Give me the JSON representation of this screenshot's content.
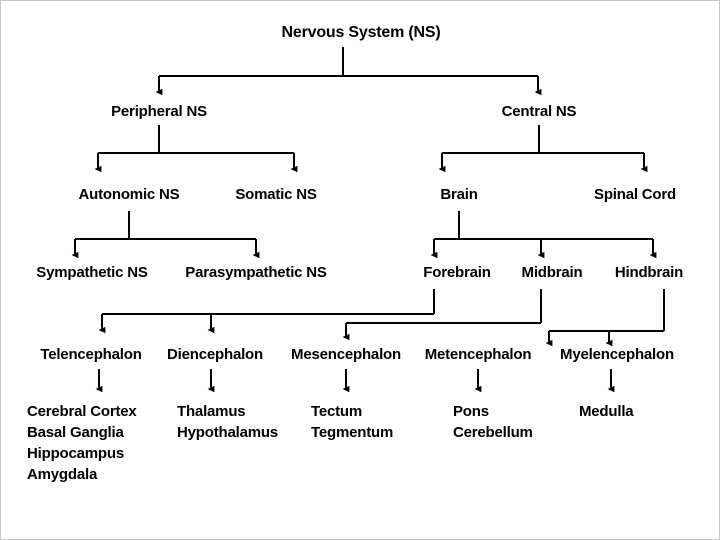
{
  "diagram": {
    "title": "Nervous System (NS)",
    "type": "hierarchy-tree",
    "line_color": "#000000",
    "text_color": "#000000",
    "background_color": "#ffffff",
    "border_color": "#c8c8c8",
    "levels": {
      "root": "Nervous System (NS)",
      "level1": [
        "Peripheral NS",
        "Central NS"
      ],
      "level2": [
        "Autonomic NS",
        "Somatic NS",
        "Brain",
        "Spinal Cord"
      ],
      "level3": [
        "Sympathetic NS",
        "Parasympathetic NS",
        "Forebrain",
        "Midbrain",
        "Hindbrain"
      ],
      "level4": [
        "Telencephalon",
        "Diencephalon",
        "Mesencephalon",
        "Metencephalon",
        "Myelencephalon"
      ],
      "level5": [
        [
          "Cerebral Cortex",
          "Basal Ganglia",
          "Hippocampus",
          "Amygdala"
        ],
        [
          "Thalamus",
          "Hypothalamus"
        ],
        [
          "Tectum",
          "Tegmentum"
        ],
        [
          "Pons",
          "Cerebellum"
        ],
        [
          "Medulla"
        ]
      ]
    },
    "nodes": {
      "root": "Nervous System (NS)",
      "peripheral_ns": "Peripheral NS",
      "central_ns": "Central NS",
      "autonomic_ns": "Autonomic NS",
      "somatic_ns": "Somatic NS",
      "brain": "Brain",
      "spinal_cord": "Spinal Cord",
      "sympathetic_ns": "Sympathetic NS",
      "parasympathetic_ns": "Parasympathetic NS",
      "forebrain": "Forebrain",
      "midbrain": "Midbrain",
      "hindbrain": "Hindbrain",
      "telencephalon": "Telencephalon",
      "diencephalon": "Diencephalon",
      "mesencephalon": "Mesencephalon",
      "metencephalon": "Metencephalon",
      "myelencephalon": "Myelencephalon",
      "telencephalon_1": "Cerebral Cortex",
      "telencephalon_2": "Basal Ganglia",
      "telencephalon_3": "Hippocampus",
      "telencephalon_4": "Amygdala",
      "diencephalon_1": "Thalamus",
      "diencephalon_2": "Hypothalamus",
      "mesencephalon_1": "Tectum",
      "mesencephalon_2": "Tegmentum",
      "metencephalon_1": "Pons",
      "metencephalon_2": "Cerebellum",
      "myelencephalon_1": "Medulla"
    },
    "edges": [
      [
        "Nervous System (NS)",
        "Peripheral NS"
      ],
      [
        "Nervous System (NS)",
        "Central NS"
      ],
      [
        "Peripheral NS",
        "Autonomic NS"
      ],
      [
        "Peripheral NS",
        "Somatic NS"
      ],
      [
        "Central NS",
        "Brain"
      ],
      [
        "Central NS",
        "Spinal Cord"
      ],
      [
        "Autonomic NS",
        "Sympathetic NS"
      ],
      [
        "Autonomic NS",
        "Parasympathetic NS"
      ],
      [
        "Brain",
        "Forebrain"
      ],
      [
        "Brain",
        "Midbrain"
      ],
      [
        "Brain",
        "Hindbrain"
      ],
      [
        "Forebrain",
        "Telencephalon"
      ],
      [
        "Forebrain",
        "Diencephalon"
      ],
      [
        "Midbrain",
        "Mesencephalon"
      ],
      [
        "Hindbrain",
        "Metencephalon"
      ],
      [
        "Hindbrain",
        "Myelencephalon"
      ],
      [
        "Telencephalon",
        "Cerebral Cortex"
      ],
      [
        "Diencephalon",
        "Thalamus"
      ],
      [
        "Mesencephalon",
        "Tectum"
      ],
      [
        "Metencephalon",
        "Pons"
      ],
      [
        "Myelencephalon",
        "Medulla"
      ]
    ]
  }
}
